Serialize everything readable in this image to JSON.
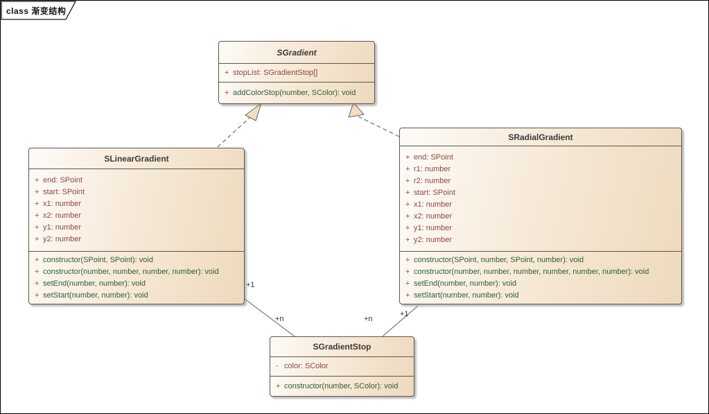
{
  "frame": {
    "title": "class 渐变结构"
  },
  "diagram": {
    "classes": [
      {
        "name": "SGradient",
        "abstract": true,
        "attributes": [
          {
            "vis": "+",
            "text": "stopList: SGradientStop[]"
          }
        ],
        "methods": [
          {
            "vis": "+",
            "text": "addColorStop(number, SColor): void"
          }
        ]
      },
      {
        "name": "SLinearGradient",
        "abstract": false,
        "attributes": [
          {
            "vis": "+",
            "text": "end: SPoint"
          },
          {
            "vis": "+",
            "text": "start: SPoint"
          },
          {
            "vis": "+",
            "text": "x1: number"
          },
          {
            "vis": "+",
            "text": "x2: number"
          },
          {
            "vis": "+",
            "text": "y1: number"
          },
          {
            "vis": "+",
            "text": "y2: number"
          }
        ],
        "methods": [
          {
            "vis": "+",
            "text": "constructor(SPoint, SPoint): void"
          },
          {
            "vis": "+",
            "text": "constructor(number, number, number, number): void"
          },
          {
            "vis": "+",
            "text": "setEnd(number, number): void"
          },
          {
            "vis": "+",
            "text": "setStart(number, number): void"
          }
        ]
      },
      {
        "name": "SRadialGradient",
        "abstract": false,
        "attributes": [
          {
            "vis": "+",
            "text": "end: SPoint"
          },
          {
            "vis": "+",
            "text": "r1: number"
          },
          {
            "vis": "+",
            "text": "r2: number"
          },
          {
            "vis": "+",
            "text": "start: SPoint"
          },
          {
            "vis": "+",
            "text": "x1: number"
          },
          {
            "vis": "+",
            "text": "x2: number"
          },
          {
            "vis": "+",
            "text": "y1: number"
          },
          {
            "vis": "+",
            "text": "y2: number"
          }
        ],
        "methods": [
          {
            "vis": "+",
            "text": "constructor(SPoint, number, SPoint, number): void"
          },
          {
            "vis": "+",
            "text": "constructor(number, number, number, number, number, number): void"
          },
          {
            "vis": "+",
            "text": "setEnd(number, number): void"
          },
          {
            "vis": "+",
            "text": "setStart(number, number): void"
          }
        ]
      },
      {
        "name": "SGradientStop",
        "abstract": false,
        "attributes": [
          {
            "vis": "-",
            "text": "color: SColor"
          }
        ],
        "methods": [
          {
            "vis": "+",
            "text": "constructor(number, SColor): void"
          }
        ]
      }
    ],
    "edges": [
      {
        "type": "realization",
        "from": "SLinearGradient",
        "to": "SGradient"
      },
      {
        "type": "realization",
        "from": "SRadialGradient",
        "to": "SGradient"
      },
      {
        "type": "association",
        "from": "SLinearGradient",
        "to": "SGradientStop",
        "from_label": "+1",
        "to_label": "+n"
      },
      {
        "type": "association",
        "from": "SRadialGradient",
        "to": "SGradientStop",
        "from_label": "+1",
        "to_label": "+n"
      }
    ]
  },
  "colors": {
    "class_fill_light": "#fdfbf8",
    "class_fill_dark": "#eed9bd",
    "class_border": "#5d564a",
    "attribute_text": "#8b4741",
    "method_text": "#2f5d30",
    "visibility_sign": "#9b4a3e",
    "connector_line": "#6e6e66",
    "arrow_fill": "#f2dfc2"
  }
}
